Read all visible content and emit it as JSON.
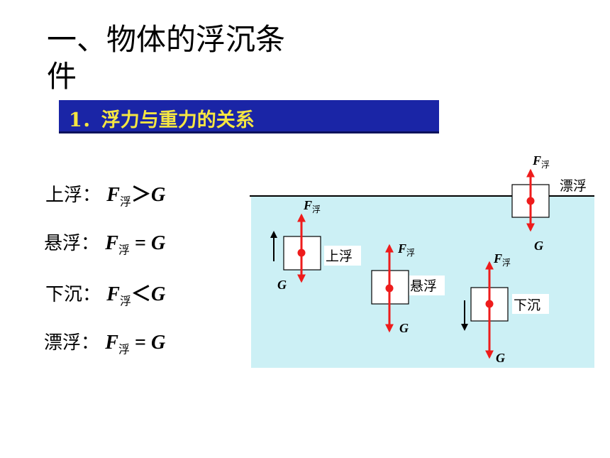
{
  "title": "一、物体的浮沉条件",
  "banner": "1．浮力与重力的关系",
  "conditions": [
    {
      "label": "上浮：",
      "F": "F",
      "sub": "浮",
      "op": "＞",
      "G": "G"
    },
    {
      "label": "悬浮：",
      "F": "F",
      "sub": "浮",
      "op": " = ",
      "G": "G"
    },
    {
      "label": "下沉：",
      "F": "F",
      "sub": "浮",
      "op": "＜",
      "G": "G"
    },
    {
      "label": "漂浮：",
      "F": "F",
      "sub": "浮",
      "op": " = ",
      "G": "G"
    }
  ],
  "diagram": {
    "water_color": "#ccf0f5",
    "arrow_color": "#ee1c1c",
    "force_up": "F",
    "force_up_sub": "浮",
    "force_down": "G",
    "states": {
      "rise": "上浮",
      "suspend": "悬浮",
      "sink": "下沉",
      "float": "漂浮"
    }
  }
}
